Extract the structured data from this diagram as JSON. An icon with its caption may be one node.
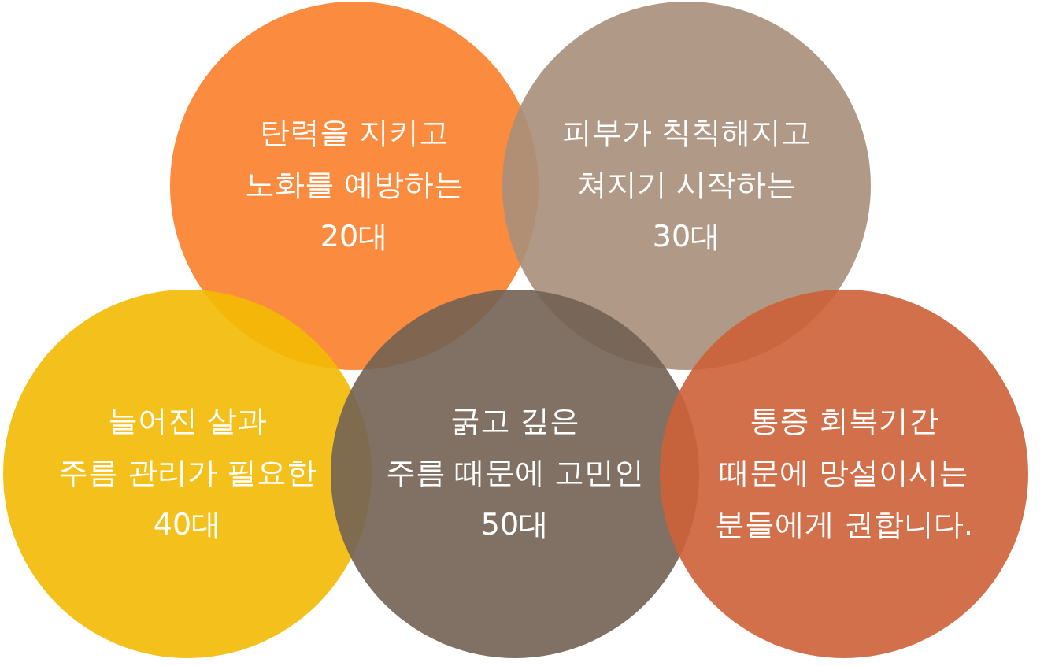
{
  "diagram": {
    "nodes": [
      {
        "text": [
          "탄력을 지키고 노화를 예방하는 20대"
        ]
      },
      {
        "text": [
          "피부가 칙칙해지고 쳐지기 시작하는 30대"
        ]
      },
      {
        "text": [
          "늘어진 살과 주름 관리가 필요한 40대"
        ]
      },
      {
        "text": [
          "굵고 깊은 주름 때문에 고민인 50대"
        ]
      },
      {
        "text": [
          "통증 회복기간 때문에 망설이시는 분들에게 권합니다."
        ]
      }
    ]
  }
}
